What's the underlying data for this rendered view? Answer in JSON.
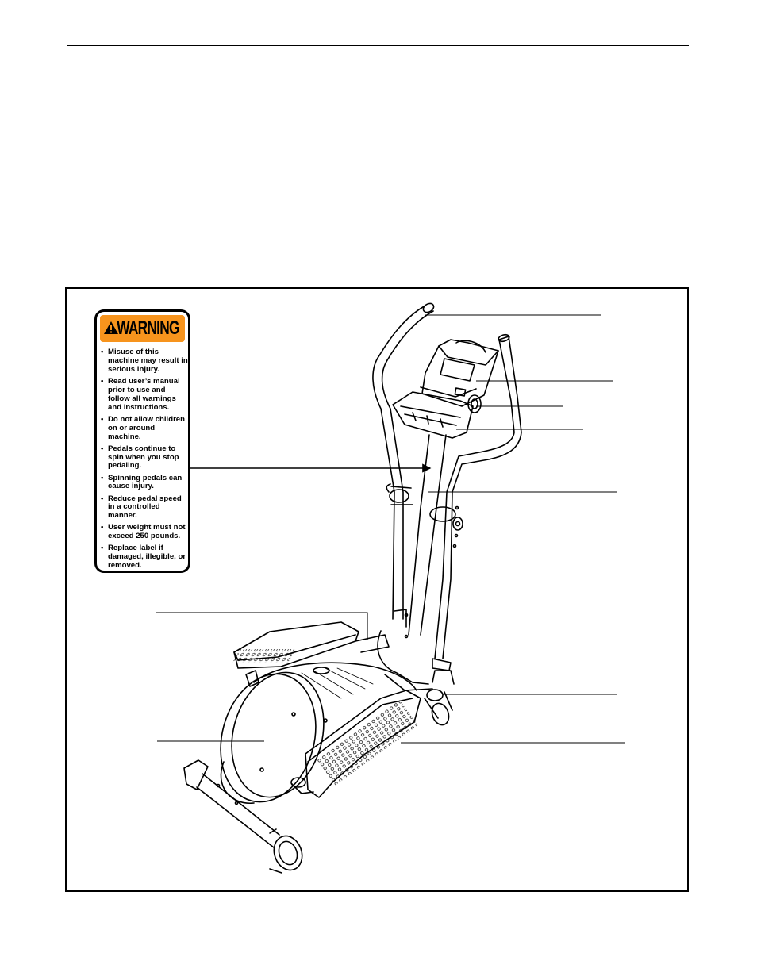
{
  "warning_label": {
    "title": "WARNING",
    "items": [
      "Misuse of this machine may result in serious injury.",
      "Read user’s manual prior to use and follow all warnings and instructions.",
      "Do not allow children on or around machine.",
      "Pedals continue to spin when you stop pedaling.",
      "Spinning pedals can cause injury.",
      "Reduce pedal speed in a controlled manner.",
      "User weight must not exceed 250 pounds.",
      "Replace label if damaged, illegible, or removed."
    ],
    "header_color": "#f7941d"
  },
  "drawing": {
    "icon": "elliptical-trainer-illustration"
  }
}
